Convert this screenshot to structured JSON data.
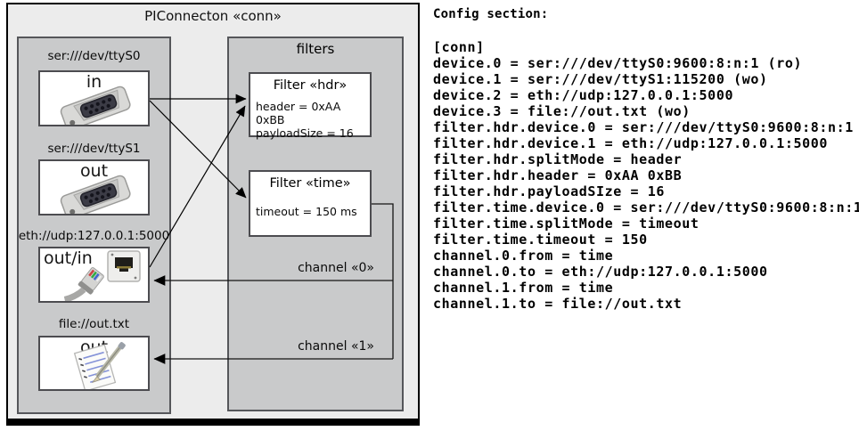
{
  "diagram": {
    "title": "PIConnecton «conn»",
    "devices_panel": {
      "devices": [
        {
          "uri": "ser:///dev/ttyS0",
          "port_label": "in",
          "icon": "serial-connector"
        },
        {
          "uri": "ser:///dev/ttyS1",
          "port_label": "out",
          "icon": "serial-connector"
        },
        {
          "uri": "eth://udp:127.0.0.1:5000",
          "port_label": "out/in",
          "icon": "ethernet-connector"
        },
        {
          "uri": "file://out.txt",
          "port_label": "out",
          "icon": "notepad"
        }
      ]
    },
    "filters_panel": {
      "title": "filters",
      "filters": [
        {
          "title": "Filter «hdr»",
          "properties": [
            "header = 0xAA 0xBB",
            "payloadSize = 16"
          ]
        },
        {
          "title": "Filter «time»",
          "properties": [
            "timeout = 150 ms"
          ]
        }
      ]
    },
    "channels": [
      {
        "label": "channel «0»"
      },
      {
        "label": "channel «1»"
      }
    ]
  },
  "config": {
    "heading": "Config section:",
    "lines": [
      "[conn]",
      "device.0 = ser:///dev/ttyS0:9600:8:n:1 (ro)",
      "device.1 = ser:///dev/ttyS1:115200 (wo)",
      "device.2 = eth://udp:127.0.0.1:5000",
      "device.3 = file://out.txt (wo)",
      "filter.hdr.device.0 = ser:///dev/ttyS0:9600:8:n:1",
      "filter.hdr.device.1 = eth://udp:127.0.0.1:5000",
      "filter.hdr.splitMode = header",
      "filter.hdr.header = 0xAA 0xBB",
      "filter.hdr.payloadSIze = 16",
      "filter.time.device.0 = ser:///dev/ttyS0:9600:8:n:1",
      "filter.time.splitMode = timeout",
      "filter.time.timeout = 150",
      "channel.0.from = time",
      "channel.0.to = eth://udp:127.0.0.1:5000",
      "channel.1.from = time",
      "channel.1.to = file://out.txt"
    ]
  }
}
